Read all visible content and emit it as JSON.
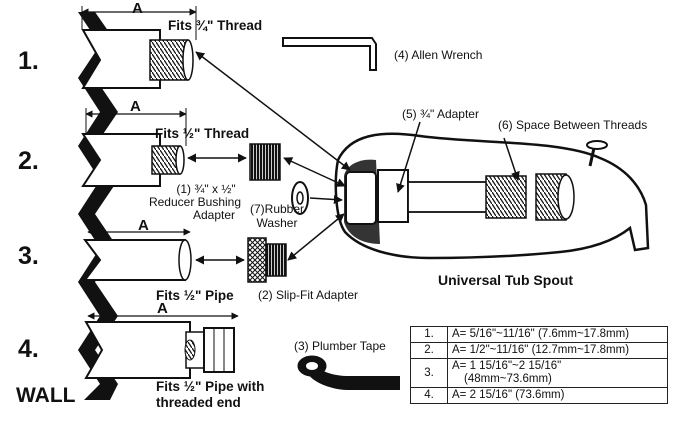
{
  "steps": [
    "1.",
    "2.",
    "3.",
    "4."
  ],
  "wall_label": "WALL",
  "dimension_letter": "A",
  "fit_labels": {
    "thread_3_4": "Fits ¾\" Thread",
    "thread_1_2": "Fits ½\" Thread",
    "pipe_1_2": "Fits ½\" Pipe",
    "pipe_threaded_line1": "Fits ½\" Pipe with",
    "pipe_threaded_line2": "threaded end"
  },
  "parts": {
    "allen_wrench": "(4) Allen Wrench",
    "adapter_3_4": "(5) ¾\" Adapter",
    "space_threads": "(6) Space Between Threads",
    "reducer_line1": "(1) ¾\" x ½\"",
    "reducer_line2": "Reducer Bushing",
    "reducer_line3": "Adapter",
    "washer_line1": "(7)Rubber",
    "washer_line2": "Washer",
    "slip_fit": "(2) Slip-Fit Adapter",
    "plumber_tape": "(3) Plumber Tape",
    "tub_spout": "Universal Tub Spout"
  },
  "table": [
    {
      "n": "1.",
      "lines": [
        "A= 5/16\"~11/16\" (7.6mm~17.8mm)"
      ]
    },
    {
      "n": "2.",
      "lines": [
        "A= 1/2\"~11/16\" (12.7mm~17.8mm)"
      ]
    },
    {
      "n": "3.",
      "lines": [
        "A= 1 15/16\"~2 15/16\"",
        "(48mm~73.6mm)"
      ]
    },
    {
      "n": "4.",
      "lines": [
        "A= 2 15/16\" (73.6mm)"
      ]
    }
  ]
}
